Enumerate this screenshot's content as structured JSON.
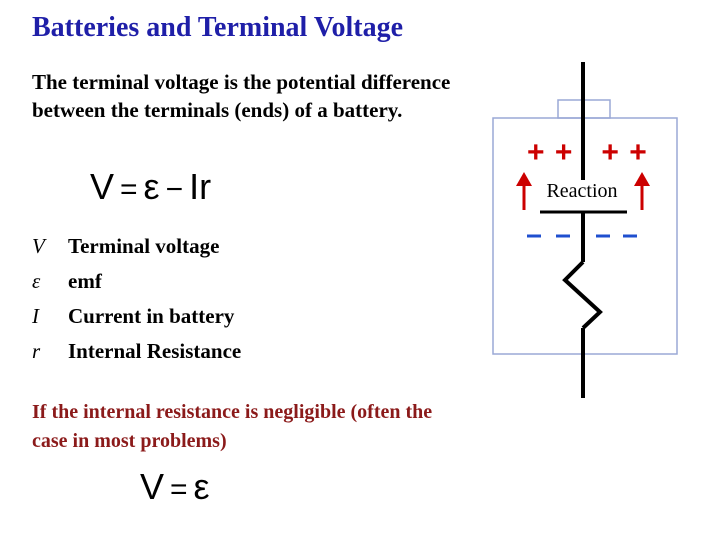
{
  "slide": {
    "title": "Batteries and Terminal Voltage",
    "intro": "The terminal voltage is the potential difference between the terminals (ends) of a battery.",
    "equation1": {
      "lhs": "V",
      "op1": "=",
      "t1": "ε",
      "op2": "−",
      "t2": "Ir"
    },
    "symbols": [
      {
        "symbol": "V",
        "definition": "Terminal voltage"
      },
      {
        "symbol": "ε",
        "definition": "emf"
      },
      {
        "symbol": "I",
        "definition": "Current in battery"
      },
      {
        "symbol": "r",
        "definition": "Internal Resistance"
      }
    ],
    "note": "If the internal resistance is negligible (often the case in most problems)",
    "equation2": {
      "lhs": "V",
      "op1": "=",
      "t1": "ε"
    }
  },
  "diagram": {
    "positive_signs": "+ +   + +",
    "reaction_label": "Reaction",
    "negative_signs": "– –   – –",
    "colors": {
      "charge": "#cc0000",
      "negative": "#1f4fcf",
      "box": "#9aa8d6",
      "wire": "#000000"
    }
  }
}
